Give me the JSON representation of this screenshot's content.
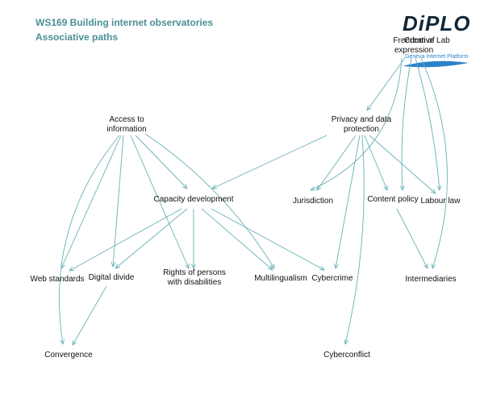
{
  "header": {
    "title_line1": "WS169 Building internet observatories",
    "title_line2": "Associative paths"
  },
  "logo": {
    "word": "DiPLO",
    "subtitle": "Geneva Internet Platform",
    "overlay_text": "Creative Lab"
  },
  "colors": {
    "title": "#4a8f96",
    "edge": "#6ab0b8",
    "text": "#111111",
    "logo_dark": "#0f2838",
    "logo_blue": "#2b82c9"
  },
  "nodes": [
    {
      "id": "freedom",
      "label": "Freedom of\nexpression"
    },
    {
      "id": "access",
      "label": "Access to\ninformation"
    },
    {
      "id": "privacy",
      "label": "Privacy and data\nprotection"
    },
    {
      "id": "capacity",
      "label": "Capacity development"
    },
    {
      "id": "jurisdiction",
      "label": "Jurisdiction"
    },
    {
      "id": "content",
      "label": "Content policy"
    },
    {
      "id": "labour",
      "label": "Labour law"
    },
    {
      "id": "webstd",
      "label": "Web standards"
    },
    {
      "id": "digital",
      "label": "Digital divide"
    },
    {
      "id": "rights",
      "label": "Rights of persons\nwith disabilities"
    },
    {
      "id": "multi",
      "label": "Multilingualism"
    },
    {
      "id": "cybercrime",
      "label": "Cybercrime"
    },
    {
      "id": "intermed",
      "label": "Intermediaries"
    },
    {
      "id": "convergence",
      "label": "Convergence"
    },
    {
      "id": "cyberconflict",
      "label": "Cyberconflict"
    }
  ],
  "edges": [
    {
      "from": "freedom",
      "to": "jurisdiction"
    },
    {
      "from": "freedom",
      "to": "privacy"
    },
    {
      "from": "freedom",
      "to": "content"
    },
    {
      "from": "freedom",
      "to": "labour"
    },
    {
      "from": "freedom",
      "to": "intermed"
    },
    {
      "from": "access",
      "to": "capacity"
    },
    {
      "from": "access",
      "to": "webstd"
    },
    {
      "from": "access",
      "to": "digital"
    },
    {
      "from": "access",
      "to": "rights"
    },
    {
      "from": "access",
      "to": "multi"
    },
    {
      "from": "access",
      "to": "convergence"
    },
    {
      "from": "privacy",
      "to": "capacity"
    },
    {
      "from": "privacy",
      "to": "jurisdiction"
    },
    {
      "from": "privacy",
      "to": "content"
    },
    {
      "from": "privacy",
      "to": "labour"
    },
    {
      "from": "privacy",
      "to": "cybercrime"
    },
    {
      "from": "privacy",
      "to": "cyberconflict"
    },
    {
      "from": "capacity",
      "to": "webstd"
    },
    {
      "from": "capacity",
      "to": "digital"
    },
    {
      "from": "capacity",
      "to": "rights"
    },
    {
      "from": "capacity",
      "to": "multi"
    },
    {
      "from": "capacity",
      "to": "cybercrime"
    },
    {
      "from": "content",
      "to": "intermed"
    },
    {
      "from": "digital",
      "to": "convergence"
    }
  ]
}
